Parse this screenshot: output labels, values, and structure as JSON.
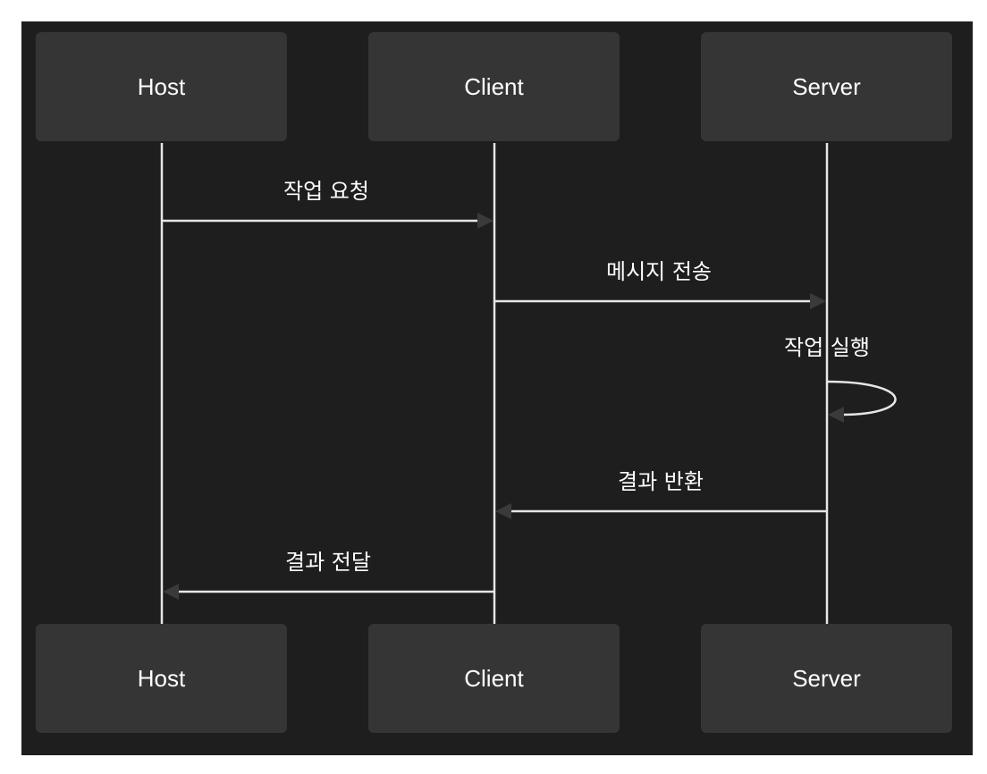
{
  "participants": [
    {
      "id": "host",
      "label": "Host"
    },
    {
      "id": "client",
      "label": "Client"
    },
    {
      "id": "server",
      "label": "Server"
    }
  ],
  "messages": [
    {
      "from": "host",
      "to": "client",
      "label": "작업 요청"
    },
    {
      "from": "client",
      "to": "server",
      "label": "메시지 전송"
    },
    {
      "from": "server",
      "to": "server",
      "label": "작업 실행"
    },
    {
      "from": "server",
      "to": "client",
      "label": "결과 반환"
    },
    {
      "from": "client",
      "to": "host",
      "label": "결과 전달"
    }
  ],
  "colors": {
    "background": "#1e1e1e",
    "actor_box": "#353535",
    "line": "#e6e6e6",
    "arrowhead": "#3a3a3a",
    "text": "#ffffff"
  }
}
